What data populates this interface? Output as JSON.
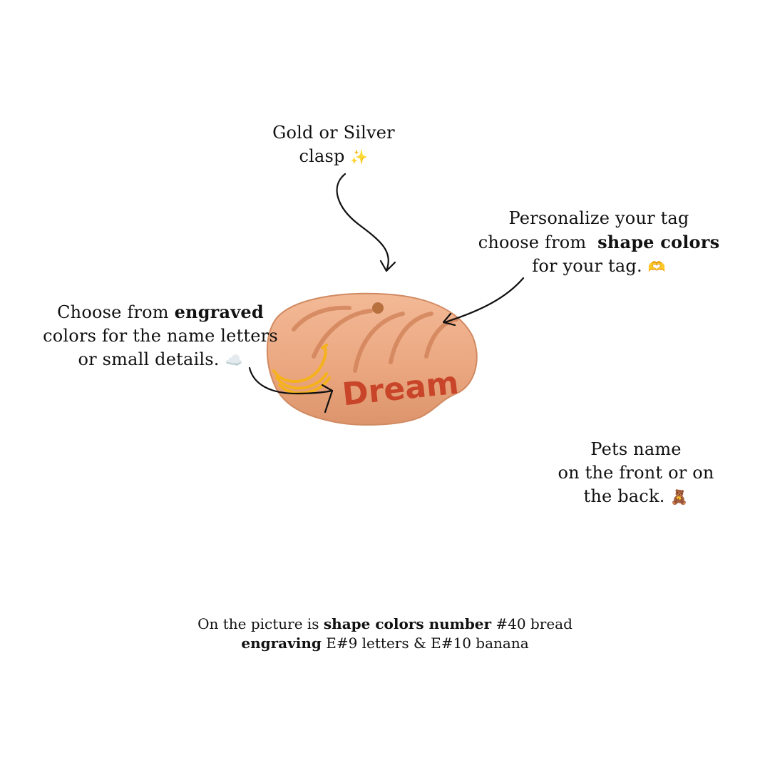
{
  "annotations": {
    "clasp": {
      "line1": "Gold or Silver",
      "line2": "clasp",
      "emoji": "✨"
    },
    "shape": {
      "line1": "Personalize your tag",
      "line2_pre": "choose from ",
      "line2_bold": "shape colors",
      "line3": "for your tag.",
      "emoji": "🫶"
    },
    "engraved": {
      "line1_pre": "Choose from ",
      "line1_bold": "engraved",
      "line2": "colors for the name letters",
      "line3": "or small details.",
      "emoji": "☁️"
    },
    "name": {
      "line1": "Pets name",
      "line2": "on the front or on",
      "line3": "the back.",
      "emoji": "🧸"
    }
  },
  "caption": {
    "line1_pre": "On the picture is ",
    "line1_bold": "shape colors number",
    "line1_post": " #40 bread",
    "line2_bold": "engraving",
    "line2_post": " E#9 letters & E#10 banana"
  },
  "tag": {
    "engraved_text": "Dream",
    "colors": {
      "bread": "#e9a782",
      "bread_shadow": "#d98f68",
      "letters": "#c8452a",
      "banana": "#f5b21b",
      "hole": "#b8703f"
    }
  }
}
